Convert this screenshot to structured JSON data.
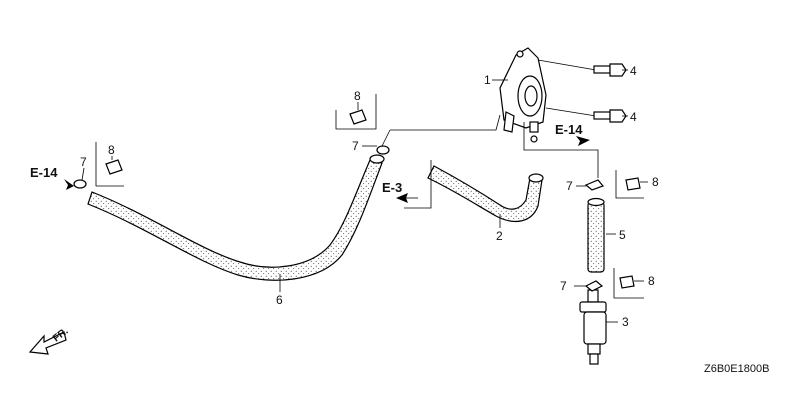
{
  "callouts": {
    "c1": "1",
    "c2": "2",
    "c3": "3",
    "c4a": "4",
    "c4b": "4",
    "c5": "5",
    "c6": "6",
    "c7a": "7",
    "c7b": "7",
    "c7c": "7",
    "c7d": "7",
    "c8a": "8",
    "c8b": "8",
    "c8c": "8",
    "c8d": "8"
  },
  "refs": {
    "e14_left": "E-14",
    "e14_right": "E-14",
    "e3": "E-3"
  },
  "direction_label": "FR.",
  "drawing_code": "Z6B0E1800B",
  "icons": [
    "fuel-pump",
    "fuel-filter",
    "fuel-hose",
    "hose-clip",
    "bolt",
    "clip"
  ]
}
